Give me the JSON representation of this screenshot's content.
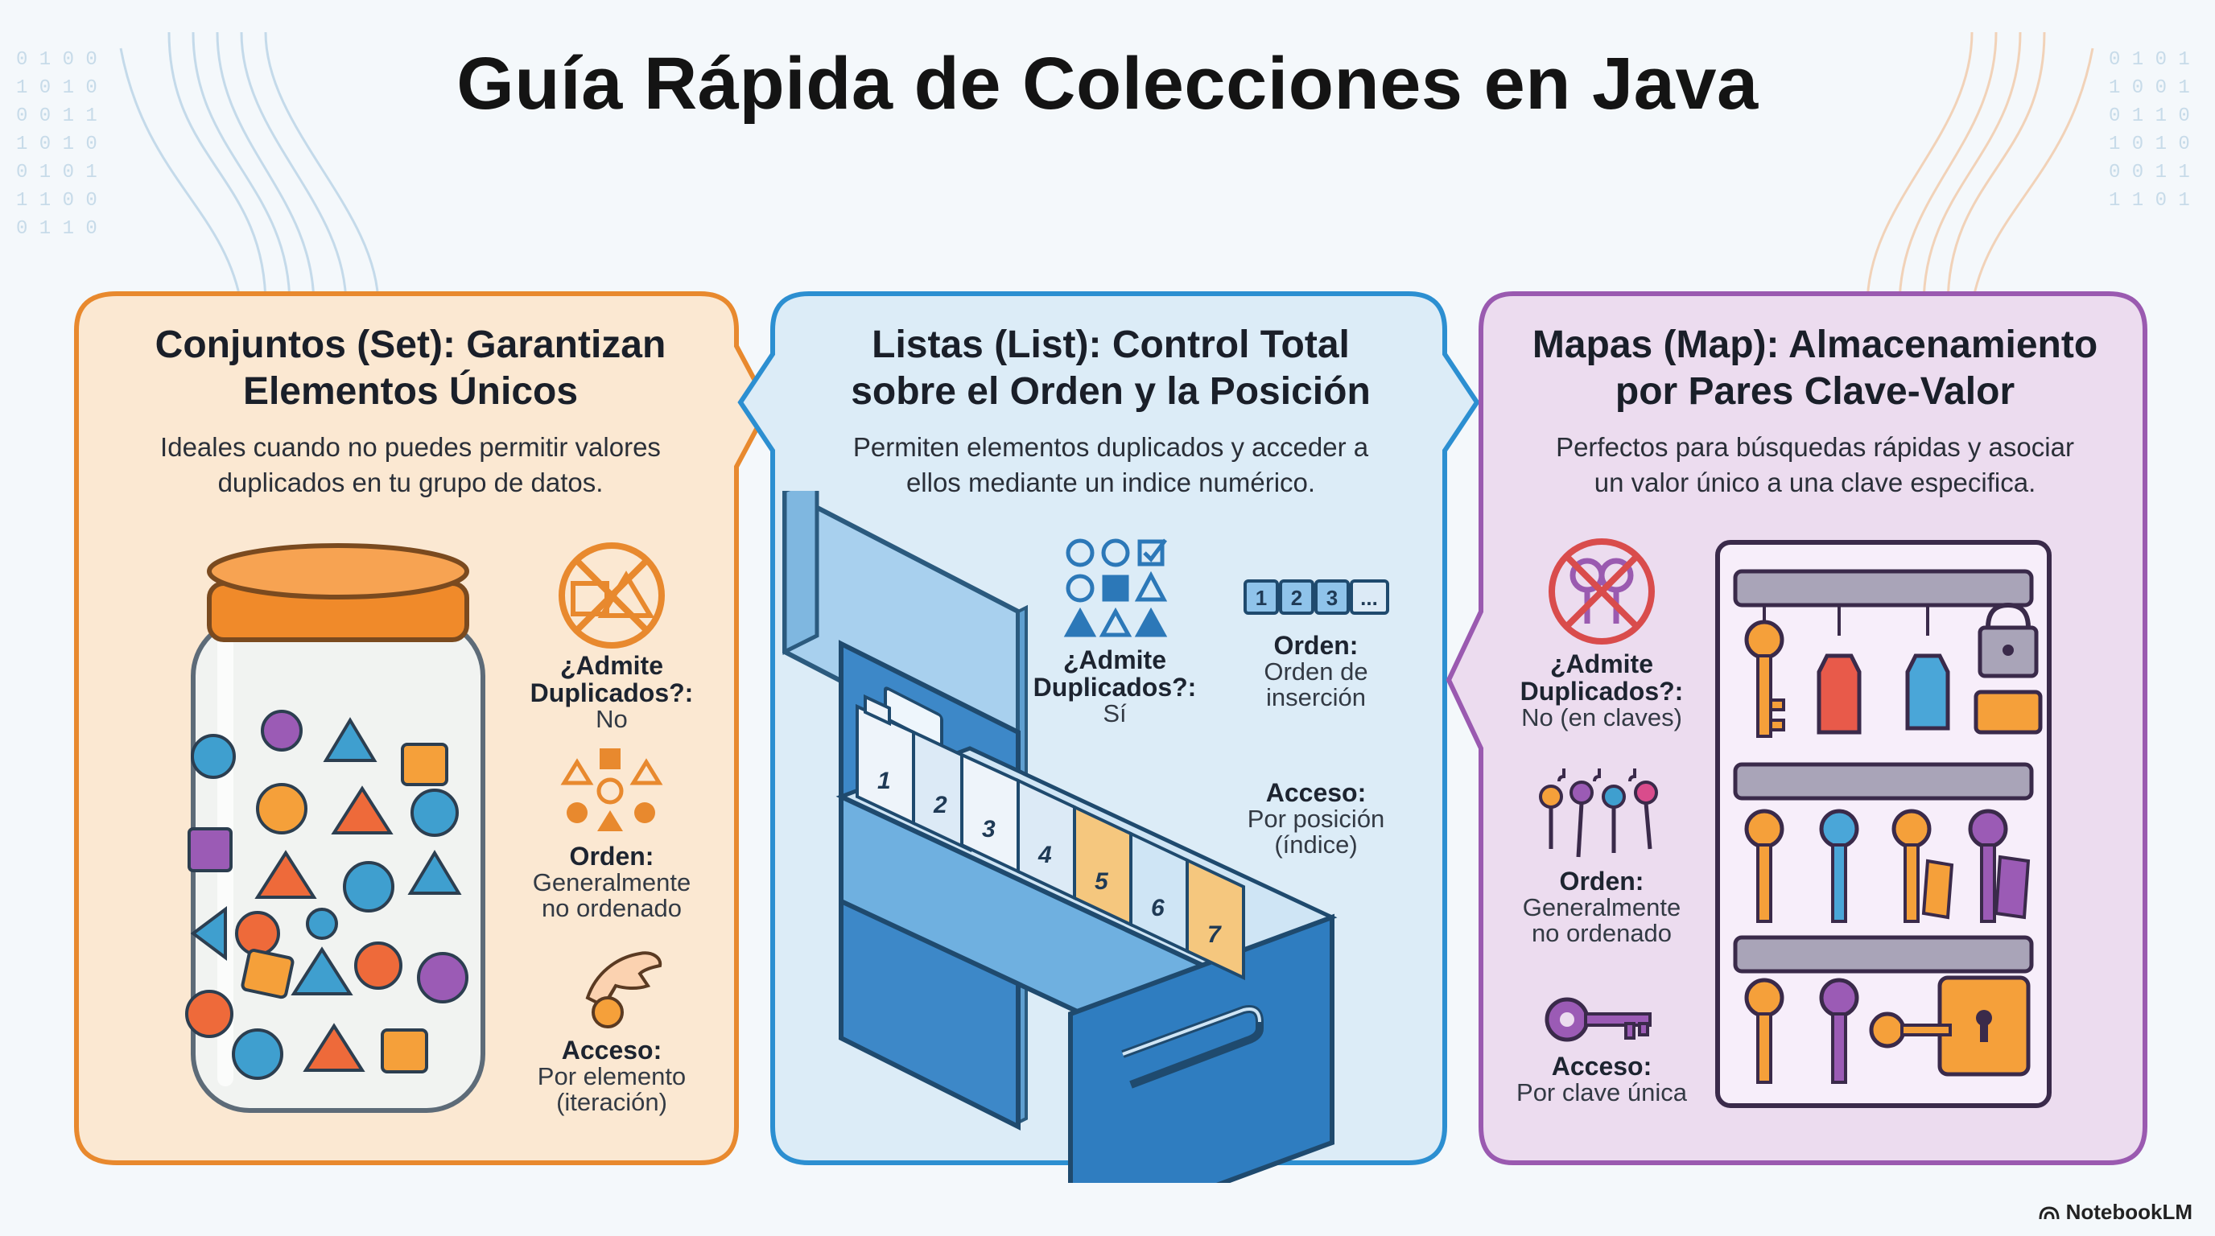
{
  "title": "Guía Rápida de Colecciones en Java",
  "brand": "NotebookLM",
  "colors": {
    "set": "#e8892e",
    "set_bg": "#fbe8d2",
    "list": "#2c8fd1",
    "list_bg": "#dcecf7",
    "map": "#9a5ab0",
    "map_bg": "#ecdcef"
  },
  "set": {
    "title_line1": "Conjuntos (Set): Garantizan",
    "title_line2": "Elementos Únicos",
    "desc_line1": "Ideales cuando no puedes permitir valores",
    "desc_line2": "duplicados en tu grupo de datos.",
    "dup_label_line1": "¿Admite",
    "dup_label_line2": "Duplicados?:",
    "dup_value": "No",
    "order_label": "Orden:",
    "order_value_line1": "Generalmente",
    "order_value_line2": "no ordenado",
    "access_label": "Acceso:",
    "access_value_line1": "Por elemento",
    "access_value_line2": "(iteración)",
    "icons": [
      "jar-of-shapes-icon",
      "no-duplicates-icon",
      "scattered-shapes-icon",
      "hand-picking-icon"
    ]
  },
  "list": {
    "title_line1": "Listas (List): Control Total",
    "title_line2": "sobre el Orden y la Posición",
    "desc_line1": "Permiten elementos duplicados y acceder a",
    "desc_line2": "ellos mediante un indice numérico.",
    "dup_label_line1": "¿Admite",
    "dup_label_line2": "Duplicados?:",
    "dup_value": "Sí",
    "order_label": "Orden:",
    "order_value_line1": "Orden de",
    "order_value_line2": "inserción",
    "access_label": "Acceso:",
    "access_value_line1": "Por posición",
    "access_value_line2": "(índice)",
    "sequence_cells": [
      "1",
      "2",
      "3",
      "..."
    ],
    "folder_numbers": [
      "1",
      "2",
      "3",
      "4",
      "5",
      "6",
      "7"
    ],
    "icons": [
      "file-cabinet-icon",
      "duplicate-shapes-icon",
      "numbered-sequence-icon"
    ]
  },
  "map": {
    "title_line1": "Mapas (Map): Almacenamiento",
    "title_line2": "por Pares Clave-Valor",
    "desc_line1": "Perfectos para búsquedas rápidas y asociar",
    "desc_line2": "un valor único a una clave especifica.",
    "dup_label_line1": "¿Admite",
    "dup_label_line2": "Duplicados?:",
    "dup_value": "No (en claves)",
    "order_label": "Orden:",
    "order_value_line1": "Generalmente",
    "order_value_line2": "no ordenado",
    "access_label": "Acceso:",
    "access_value": "Por clave única",
    "icons": [
      "key-board-icon",
      "no-duplicate-keys-icon",
      "hanging-keys-icon",
      "key-icon"
    ]
  }
}
